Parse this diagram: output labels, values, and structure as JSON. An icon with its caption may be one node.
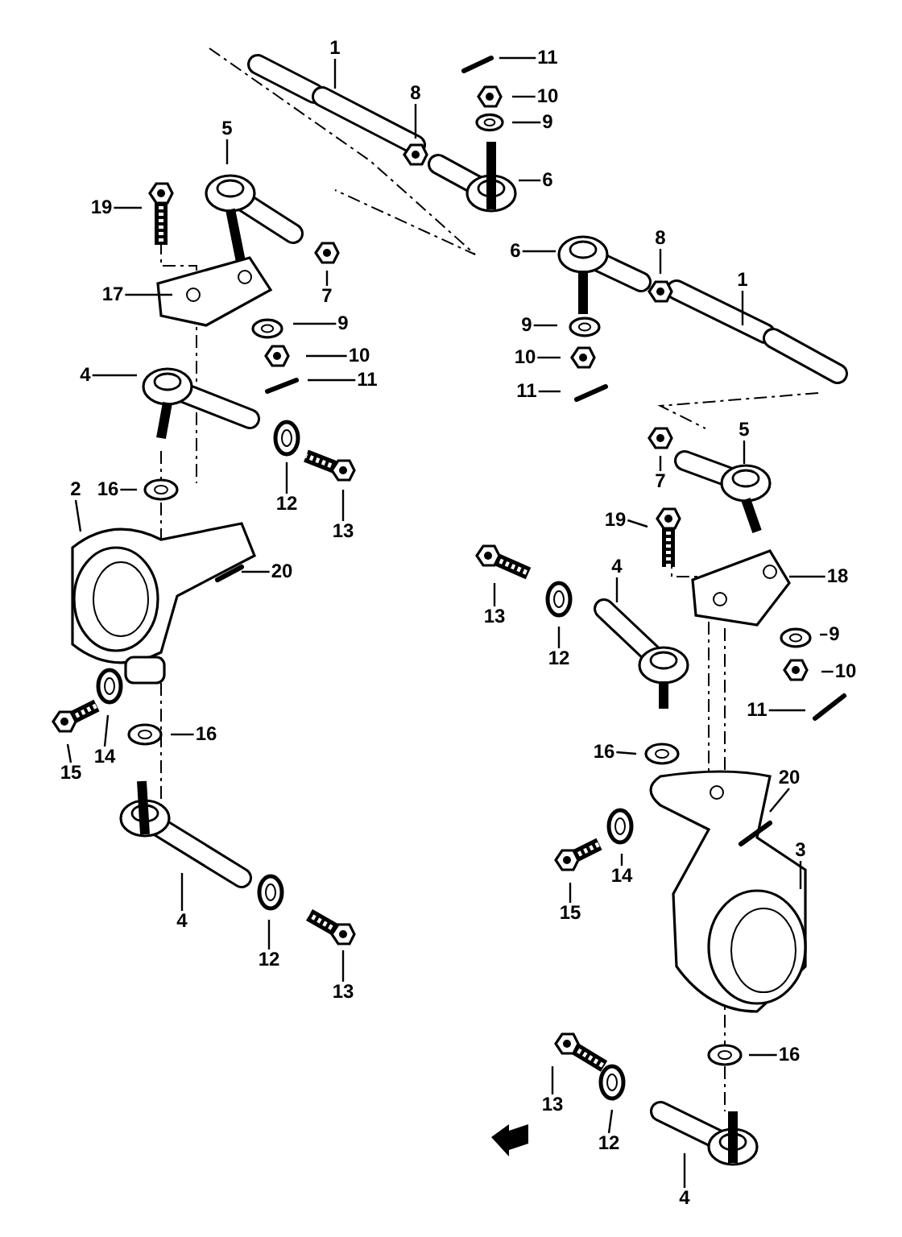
{
  "diagram": {
    "nodes": [
      {
        "text": [
          "1"
        ]
      },
      {
        "text": [
          "8"
        ]
      },
      {
        "text": [
          "11"
        ]
      },
      {
        "text": [
          "10"
        ]
      },
      {
        "text": [
          "9"
        ]
      },
      {
        "text": [
          "5"
        ]
      },
      {
        "text": [
          "6"
        ]
      },
      {
        "text": [
          "19"
        ]
      },
      {
        "text": [
          "6"
        ]
      },
      {
        "text": [
          "8"
        ]
      },
      {
        "text": [
          "1"
        ]
      },
      {
        "text": [
          "17"
        ]
      },
      {
        "text": [
          "7"
        ]
      },
      {
        "text": [
          "9"
        ]
      },
      {
        "text": [
          "9"
        ]
      },
      {
        "text": [
          "10"
        ]
      },
      {
        "text": [
          "10"
        ]
      },
      {
        "text": [
          "4"
        ]
      },
      {
        "text": [
          "11"
        ]
      },
      {
        "text": [
          "11"
        ]
      },
      {
        "text": [
          "5"
        ]
      },
      {
        "text": [
          "7"
        ]
      },
      {
        "text": [
          "2"
        ]
      },
      {
        "text": [
          "16"
        ]
      },
      {
        "text": [
          "12"
        ]
      },
      {
        "text": [
          "19"
        ]
      },
      {
        "text": [
          "13"
        ]
      },
      {
        "text": [
          "4"
        ]
      },
      {
        "text": [
          "20"
        ]
      },
      {
        "text": [
          "18"
        ]
      },
      {
        "text": [
          "13"
        ]
      },
      {
        "text": [
          "9"
        ]
      },
      {
        "text": [
          "12"
        ]
      },
      {
        "text": [
          "10"
        ]
      },
      {
        "text": [
          "11"
        ]
      },
      {
        "text": [
          "16"
        ]
      },
      {
        "text": [
          "16"
        ]
      },
      {
        "text": [
          "14"
        ]
      },
      {
        "text": [
          "15"
        ]
      },
      {
        "text": [
          "20"
        ]
      },
      {
        "text": [
          "3"
        ]
      },
      {
        "text": [
          "14"
        ]
      },
      {
        "text": [
          "15"
        ]
      },
      {
        "text": [
          "4"
        ]
      },
      {
        "text": [
          "12"
        ]
      },
      {
        "text": [
          "13"
        ]
      },
      {
        "text": [
          "16"
        ]
      },
      {
        "text": [
          "13"
        ]
      },
      {
        "text": [
          "12"
        ]
      },
      {
        "text": [
          "4"
        ]
      }
    ],
    "edges": [
      {
        "from": 0,
        "to": null,
        "arrow": "none"
      },
      {
        "from": 1,
        "to": null,
        "arrow": "none"
      },
      {
        "from": 2,
        "to": null,
        "arrow": "none"
      },
      {
        "from": 3,
        "to": null,
        "arrow": "none"
      },
      {
        "from": 4,
        "to": null,
        "arrow": "none"
      },
      {
        "from": 5,
        "to": null,
        "arrow": "none"
      },
      {
        "from": 6,
        "to": null,
        "arrow": "none"
      },
      {
        "from": 7,
        "to": null,
        "arrow": "none"
      },
      {
        "from": 8,
        "to": null,
        "arrow": "none"
      },
      {
        "from": 9,
        "to": null,
        "arrow": "none"
      },
      {
        "from": 10,
        "to": null,
        "arrow": "none"
      },
      {
        "from": 11,
        "to": null,
        "arrow": "none"
      },
      {
        "from": 12,
        "to": null,
        "arrow": "none"
      },
      {
        "from": 13,
        "to": null,
        "arrow": "none"
      },
      {
        "from": 14,
        "to": null,
        "arrow": "none"
      },
      {
        "from": 15,
        "to": null,
        "arrow": "none"
      },
      {
        "from": 16,
        "to": null,
        "arrow": "none"
      },
      {
        "from": 17,
        "to": null,
        "arrow": "none"
      },
      {
        "from": 18,
        "to": null,
        "arrow": "none"
      },
      {
        "from": 19,
        "to": null,
        "arrow": "none"
      },
      {
        "from": 20,
        "to": null,
        "arrow": "none"
      },
      {
        "from": 21,
        "to": null,
        "arrow": "none"
      },
      {
        "from": 22,
        "to": null,
        "arrow": "none"
      },
      {
        "from": 23,
        "to": null,
        "arrow": "none"
      },
      {
        "from": 24,
        "to": null,
        "arrow": "none"
      },
      {
        "from": 25,
        "to": null,
        "arrow": "none"
      },
      {
        "from": 26,
        "to": null,
        "arrow": "none"
      },
      {
        "from": 27,
        "to": null,
        "arrow": "none"
      },
      {
        "from": 28,
        "to": null,
        "arrow": "none"
      },
      {
        "from": 29,
        "to": null,
        "arrow": "none"
      },
      {
        "from": 30,
        "to": null,
        "arrow": "none"
      },
      {
        "from": 31,
        "to": null,
        "arrow": "none"
      },
      {
        "from": 32,
        "to": null,
        "arrow": "none"
      },
      {
        "from": 33,
        "to": null,
        "arrow": "none"
      },
      {
        "from": 34,
        "to": null,
        "arrow": "none"
      },
      {
        "from": 35,
        "to": null,
        "arrow": "none"
      },
      {
        "from": 36,
        "to": null,
        "arrow": "none"
      },
      {
        "from": 37,
        "to": null,
        "arrow": "none"
      },
      {
        "from": 38,
        "to": null,
        "arrow": "none"
      },
      {
        "from": 39,
        "to": null,
        "arrow": "none"
      },
      {
        "from": 40,
        "to": null,
        "arrow": "none"
      },
      {
        "from": 41,
        "to": null,
        "arrow": "none"
      },
      {
        "from": 42,
        "to": null,
        "arrow": "none"
      },
      {
        "from": 43,
        "to": null,
        "arrow": "none"
      },
      {
        "from": 44,
        "to": null,
        "arrow": "none"
      },
      {
        "from": 45,
        "to": null,
        "arrow": "none"
      },
      {
        "from": 46,
        "to": null,
        "arrow": "none"
      },
      {
        "from": 47,
        "to": null,
        "arrow": "none"
      },
      {
        "from": 48,
        "to": null,
        "arrow": "none"
      },
      {
        "from": 49,
        "to": null,
        "arrow": "none"
      }
    ]
  }
}
